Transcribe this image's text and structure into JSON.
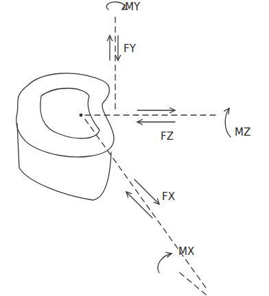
{
  "diagram": {
    "labels": [
      "MY",
      "FY",
      "FZ",
      "MZ",
      "FX",
      "MX"
    ]
  }
}
